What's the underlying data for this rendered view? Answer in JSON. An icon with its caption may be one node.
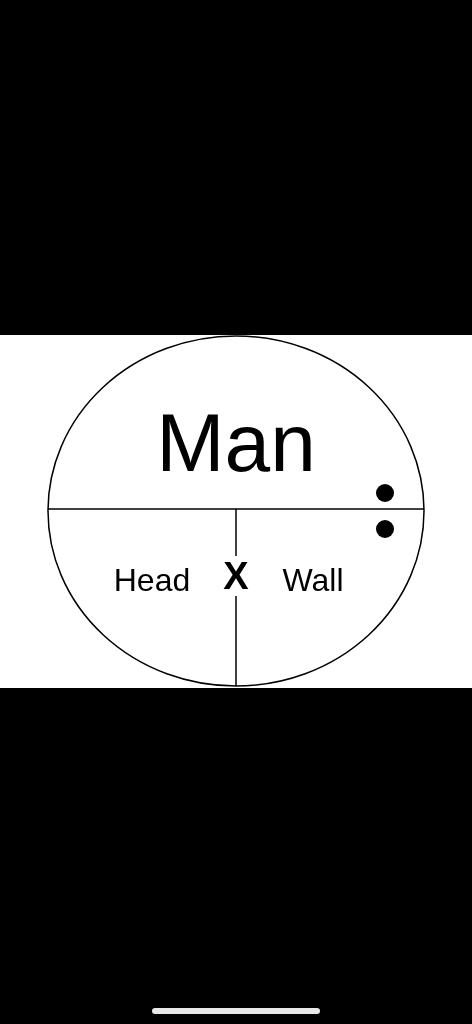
{
  "diagram": {
    "nodes": [
      {
        "text": [
          "Man",
          "Head",
          "X",
          "Wall"
        ]
      }
    ]
  }
}
